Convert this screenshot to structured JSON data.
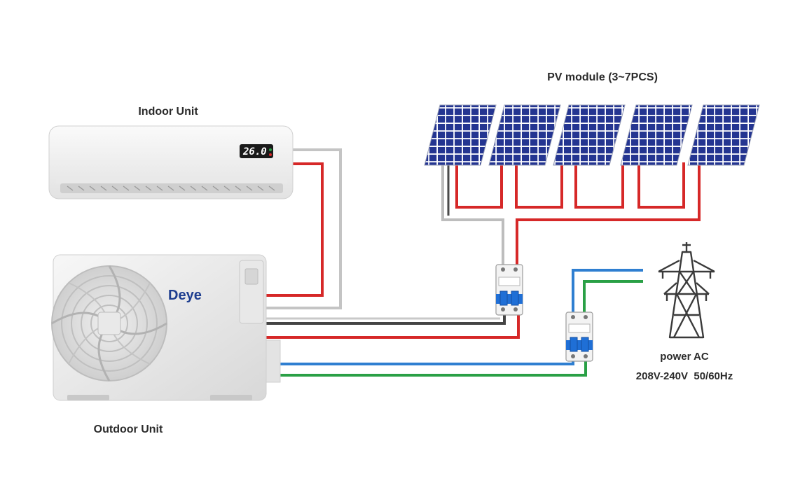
{
  "labels": {
    "indoor": "Indoor Unit",
    "outdoor": "Outdoor Unit",
    "pv": "PV module (3~7PCS)",
    "power_title": "power AC",
    "power_spec": "208V-240V  50/60Hz"
  },
  "brand": "Deye",
  "indoor_display": "26.0",
  "colors": {
    "red_wire": "#d62828",
    "gray_wire": "#bfbfbf",
    "dark_wire": "#4a4a4a",
    "blue_wire": "#2f7fd1",
    "green_wire": "#2aa046",
    "panel": "#1f2f8a",
    "breaker_blue": "#1f6fd6"
  },
  "pv_panel_count": 5,
  "icons": [
    "solar-panel-icon",
    "circuit-breaker-icon",
    "transmission-tower-icon",
    "fan-grille-icon"
  ]
}
